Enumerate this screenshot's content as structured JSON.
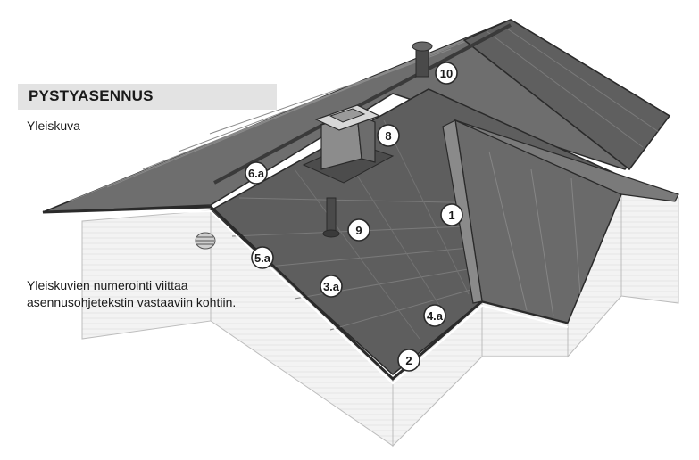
{
  "title": "PYSTYASENNUS",
  "subtitle": "Yleiskuva",
  "note": {
    "line1": "Yleiskuvien numerointi viittaa",
    "line2": "asennusohjetekstin vastaaviin kohtiin."
  },
  "callouts": {
    "c10": "10",
    "c8": "8",
    "c6a": "6.a",
    "c1": "1",
    "c9": "9",
    "c5a": "5.a",
    "c3a": "3.a",
    "c4a": "4.a",
    "c2": "2"
  },
  "colors": {
    "roof_panel": "#6a6a6a",
    "roof_dark": "#4a4a4a",
    "wall": "#f2f2f2",
    "outline": "#2a2a2a",
    "title_bar": "#e3e3e3"
  }
}
